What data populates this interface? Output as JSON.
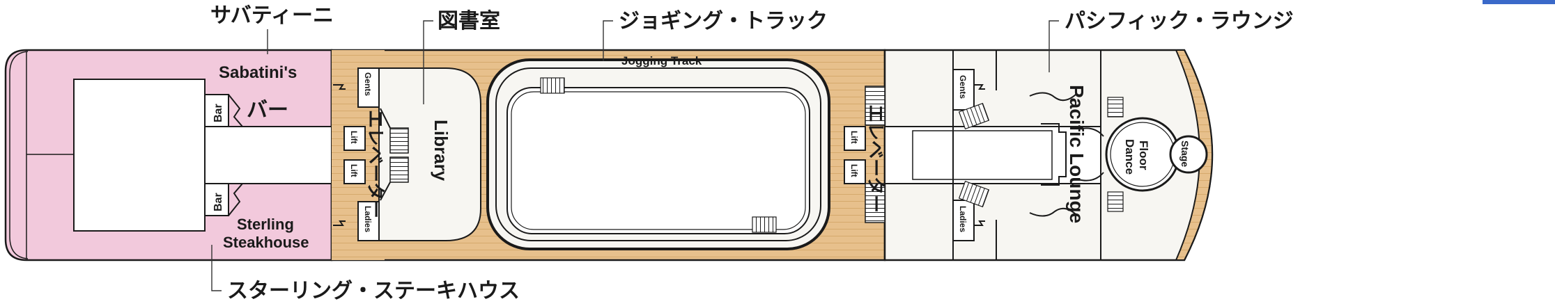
{
  "colors": {
    "pink": "#f2c9dc",
    "wood": "#e7c08c",
    "wood_line": "#d5a96c",
    "floor": "#f7f6f2",
    "white": "#ffffff",
    "wall": "#1a1a1a",
    "corner_link": "#3a69c9"
  },
  "callouts": {
    "sabatini_jp": "サバティーニ",
    "library_jp": "図書室",
    "jogging_jp": "ジョギング・トラック",
    "lounge_jp": "パシフィック・ラウンジ",
    "steakhouse_jp": "スターリング・ステーキハウス"
  },
  "venues": {
    "sabatini": "Sabatini's",
    "bar_jp": "バー",
    "bar_top": "Bar",
    "bar_bottom": "Bar",
    "steak_line1": "Sterling",
    "steak_line2": "Steakhouse",
    "library": "Library",
    "jogging_track": "Jogging Track",
    "pacific_lounge": "Pacific Lounge",
    "dance_floor_1": "Dance",
    "dance_floor_2": "Floor",
    "stage": "Stage"
  },
  "fwd_core": {
    "gents": "Gents",
    "ladies": "Ladies",
    "lift_1": "Lift",
    "lift_2": "Lift",
    "elevator_jp": "エレベーター"
  },
  "aft_core": {
    "gents": "Gents",
    "ladies": "Ladies",
    "lift_1": "Lift",
    "lift_2": "Lift",
    "elevator_jp": "エレベーター"
  }
}
